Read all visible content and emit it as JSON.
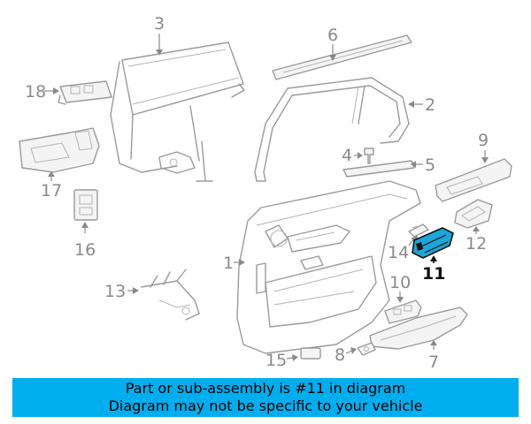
{
  "callouts": {
    "n1": "1",
    "n2": "2",
    "n3": "3",
    "n4": "4",
    "n5": "5",
    "n6": "6",
    "n7": "7",
    "n8": "8",
    "n9": "9",
    "n10": "10",
    "n11": "11",
    "n12": "12",
    "n13": "13",
    "n14": "14",
    "n15": "15",
    "n16": "16",
    "n17": "17",
    "n18": "18"
  },
  "highlight": {
    "part_number": "11",
    "color": "#1aa6d9"
  },
  "banner": {
    "line1": "Part or sub-assembly is #11 in diagram",
    "line2": "Diagram may not be specific to your vehicle",
    "background": "#00aeef"
  }
}
